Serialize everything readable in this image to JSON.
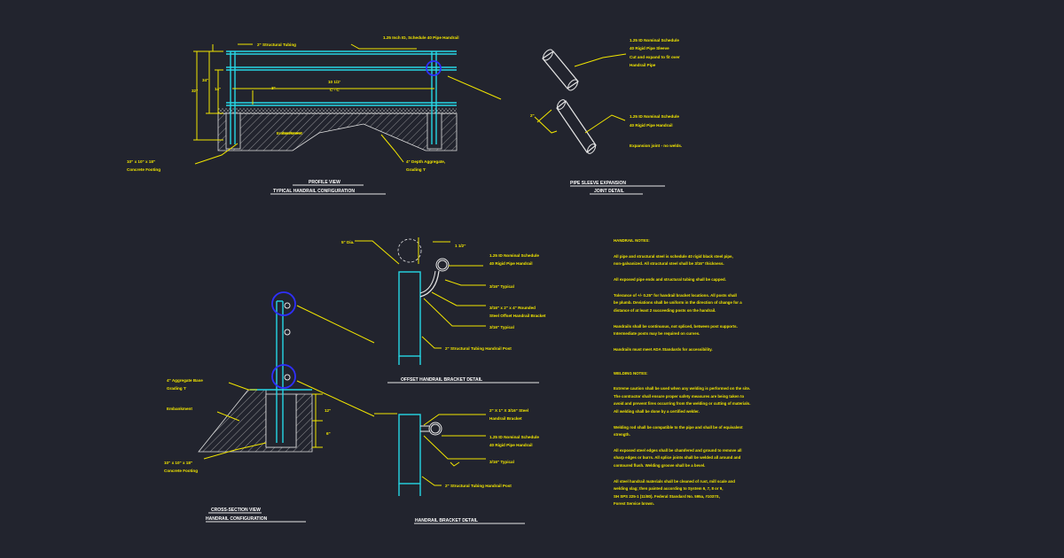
{
  "profile": {
    "structural_tubing": "2\" Structural Tubing",
    "handrail_pipe": "1.25 Inch ID, Schedule 40 Pipe Handrail",
    "dim_34": "34\"",
    "dim_32": "32\"",
    "dim_14": "14\"",
    "dim_3": "3\"",
    "spacing": "10 1/2'",
    "cc": "C - C",
    "embankment": "Embankment",
    "footing_size": "10\" x 10\" x 18\"",
    "footing": "Concrete Footing",
    "aggregate": "4\" Depth Aggregate,",
    "grading": "Grading 'I'",
    "title": "PROFILE VIEW",
    "subtitle": "TYPICAL HANDRAIL CONFIGURATION"
  },
  "sleeve": {
    "label1a": "1.25 ID Nominal Schedule",
    "label1b": "40 Rigid Pipe Sleeve",
    "label1c": "Cut and expand to fit over",
    "label1d": "Handrail Pipe",
    "dim_2": "2\"",
    "label2a": "1.25 ID Nominal Schedule",
    "label2b": "40 Rigid Pipe Handrail",
    "label3": "Expansion joint - no welds.",
    "title": "PIPE SLEEVE EXPANSION",
    "subtitle": "JOINT DETAIL"
  },
  "cross": {
    "aggregate": "4\" Aggregate Base",
    "grading": "Grading 'I'",
    "embankment": "Embankment",
    "dim_12": "12\"",
    "dim_6": "6\"",
    "footing_size": "10\" x 10\" x 18\"",
    "footing": "Concrete Footing",
    "title": "CROSS-SECTION VIEW",
    "subtitle": "HANDRAIL CONFIGURATION"
  },
  "offset": {
    "dia": "5\" Dia.",
    "dim_112": "1 1/2\"",
    "pipe_a": "1.25 ID Nominal Schedule",
    "pipe_b": "40 Rigid Pipe Handrail",
    "typical1": "3/16\" Typical",
    "bracket_a": "3/16\" x 2\" x 4\" Rounded",
    "bracket_b": "Steel Offset Handrail Bracket",
    "typical2": "3/16\" Typical",
    "post": "2\" Structural Tubing Handrail Post",
    "title": "OFFSET HANDRAIL BRACKET DETAIL"
  },
  "bracket": {
    "steel_a": "2\" X 1\" X 3/16\" Steel",
    "steel_b": "Handrail Bracket",
    "pipe_a": "1.25 ID Nominal Schedule",
    "pipe_b": "40 Rigid Pipe Handrail",
    "typical": "3/16\" Typical",
    "post": "2\" Structural Tubing Handrail Post",
    "title": "HANDRAIL BRACKET DETAIL"
  },
  "notes": {
    "handrail_title": "HANDRAIL NOTES:",
    "h1a": "All pipe and structural steel is schedule 40 rigid black steel pipe,",
    "h1b": "non-galvanized.  All structural steel shall be 3/16\" thickness.",
    "h2": "All exposed pipe ends and structural tubing shall be capped.",
    "h3a": "Tolerance of +/- 0.25\" for handrail bracket locations.  All posts shall",
    "h3b": "be plumb.  Deviations shall be uniform in the direction of change for a",
    "h3c": "distance of at least 2 succeeding posts on the handrail.",
    "h4a": "Handrails shall be continuous, not spliced, between post supports.",
    "h4b": "Intermediate posts may be required on curves.",
    "h5": "Handrails must meet ADA Standards for accessibility.",
    "welding_title": "WELDING NOTES:",
    "w1a": "Extreme caution shall be used when any welding is performed on the site.",
    "w1b": "The contractor shall ensure proper safety measures are being taken to",
    "w1c": "avoid and prevent fires occurring from the welding or cutting of materials.",
    "w1d": "All welding shall be done by a certified welder.",
    "w2a": "Welding rod shall be compatible to the pipe and shall be of equivalent",
    "w2b": "strength.",
    "w3a": "All exposed steel edges shall be chamfered and ground to remove all",
    "w3b": "sharp edges or burrs.  All splice joints shall be welded all around and",
    "w3c": "contoured flush.  Welding groove shall be a bevel.",
    "w4a": "All steel handrail materials shall be cleaned of rust, mill scale and",
    "w4b": "welding slag; then painted according to System 6, 7, 8 or 9,",
    "w4c": "SH SPS 225-1 (11/80).  Federal Standard No. 595a, #1037S,",
    "w4d": "Forest Service brown."
  }
}
